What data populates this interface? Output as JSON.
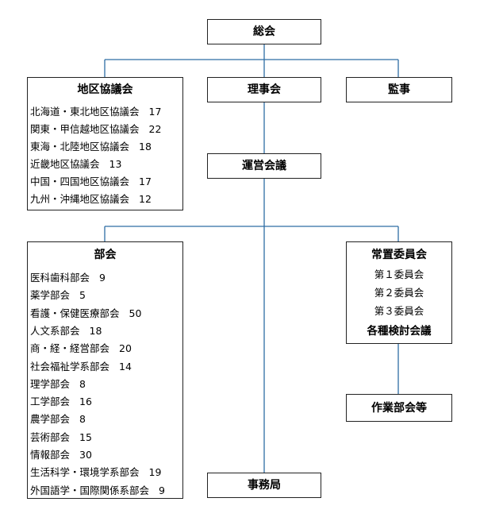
{
  "line_color": "#2e6da4",
  "soukai": {
    "title": "総会"
  },
  "rijikai": {
    "title": "理事会"
  },
  "kansa": {
    "title": "監事"
  },
  "unei": {
    "title": "運営会議"
  },
  "jimukyoku": {
    "title": "事務局"
  },
  "sagyou": {
    "title": "作業部会等"
  },
  "chiku": {
    "title": "地区協議会",
    "items": [
      {
        "name": "北海道・東北地区協議会",
        "count": "17"
      },
      {
        "name": "関東・甲信越地区協議会",
        "count": "22"
      },
      {
        "name": "東海・北陸地区協議会",
        "count": "18"
      },
      {
        "name": "近畿地区協議会",
        "count": "13"
      },
      {
        "name": "中国・四国地区協議会",
        "count": "17"
      },
      {
        "name": "九州・沖縄地区協議会",
        "count": "12"
      }
    ]
  },
  "bukai": {
    "title": "部会",
    "items": [
      {
        "name": "医科歯科部会",
        "count": "9"
      },
      {
        "name": "薬学部会",
        "count": "5"
      },
      {
        "name": "看護・保健医療部会",
        "count": "50"
      },
      {
        "name": "人文系部会",
        "count": "18"
      },
      {
        "name": "商・経・経営部会",
        "count": "20"
      },
      {
        "name": "社会福祉学系部会",
        "count": "14"
      },
      {
        "name": "理学部会",
        "count": "8"
      },
      {
        "name": "工学部会",
        "count": "16"
      },
      {
        "name": "農学部会",
        "count": "8"
      },
      {
        "name": "芸術部会",
        "count": "15"
      },
      {
        "name": "情報部会",
        "count": "30"
      },
      {
        "name": "生活科学・環境学系部会",
        "count": "19"
      },
      {
        "name": "外国語学・国際関係系部会",
        "count": "9"
      }
    ]
  },
  "jouchi": {
    "title": "常置委員会",
    "items": [
      "第１委員会",
      "第２委員会",
      "第３委員会"
    ],
    "footer": "各種検討会議"
  }
}
